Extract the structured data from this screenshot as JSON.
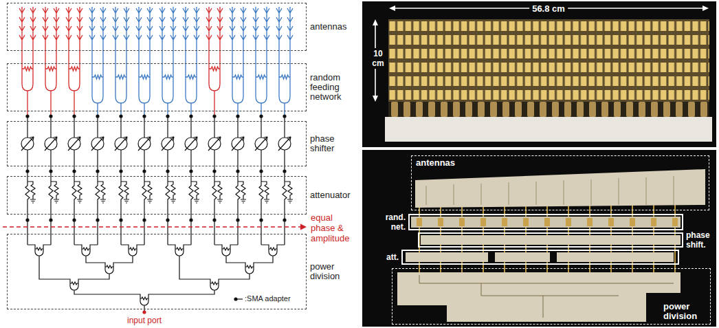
{
  "diagram": {
    "nodes": [
      {
        "text": [
          "antennas"
        ]
      },
      {
        "text": [
          "random feeding network"
        ]
      },
      {
        "text": [
          "phase shifter"
        ]
      },
      {
        "text": [
          "attenuator"
        ]
      },
      {
        "text": [
          "power division"
        ]
      },
      {
        "text": [
          "antennas"
        ]
      },
      {
        "text": [
          "rand. net."
        ]
      },
      {
        "text": [
          "phase shift."
        ]
      },
      {
        "text": [
          "att."
        ]
      },
      {
        "text": [
          "power division"
        ]
      }
    ],
    "labels": [
      "equal phase & amplitude",
      "input port",
      "56.8 cm",
      "10 cm"
    ],
    "legend": [
      {
        "text": ":SMA adapter"
      }
    ]
  }
}
